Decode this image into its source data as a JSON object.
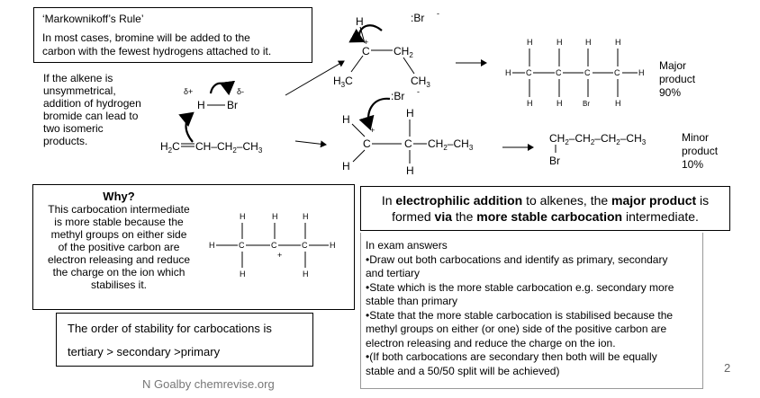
{
  "rule_box": {
    "title": "‘Markownikoff’s Rule’",
    "line1": "In most cases, bromine will be added to the",
    "line2": "carbon with the fewest hydrogens attached to it."
  },
  "intro": {
    "lines": [
      "If the alkene is",
      "unsymmetrical,",
      "addition of hydrogen",
      "bromide can lead to",
      "two isomeric",
      "products."
    ]
  },
  "mechanism": {
    "br_ion": ":Br",
    "minus": "-",
    "delta_plus": "δ+",
    "delta_minus": "δ-",
    "h": "H",
    "br": "Br",
    "c": "C",
    "plus": "+",
    "ch2": "CH2",
    "ch3": "CH3",
    "h3c": "H3C",
    "alkene": "H2C=CH–CH2–CH3",
    "chain_rest": "–CH2–CH3",
    "minor_formula": "CH2–CH2–CH2–CH3",
    "major_label": [
      "Major",
      "product",
      "90%"
    ],
    "minor_label": [
      "Minor",
      "product",
      "10%"
    ]
  },
  "why_box": {
    "title": "Why?",
    "lines": [
      "This carbocation intermediate",
      "is more stable because the",
      "methyl groups on either side",
      "of the positive carbon are",
      "electron releasing and reduce",
      "the charge on the ion which",
      "stabilises it."
    ]
  },
  "stability_box": {
    "line1": "The order of stability for carbocations is",
    "line2": "tertiary > secondary >primary"
  },
  "electrophilic_box": {
    "line1_a": "In ",
    "line1_b": "electrophilic addition",
    "line1_c": " to alkenes, the ",
    "line1_d": "major product",
    "line1_e": " is",
    "line2_a": "formed ",
    "line2_b": "via",
    "line2_c": " the ",
    "line2_d": "more stable carbocation",
    "line2_e": " intermediate."
  },
  "exam_answers": {
    "lines": [
      "In exam answers",
      "•Draw out both carbocations and identify as primary, secondary",
      "and tertiary",
      "•State which is the more stable carbocation e.g. secondary more",
      "stable than primary",
      "•State that the more stable carbocation is stabilised because the",
      "methyl groups on either (or one) side of the positive carbon are",
      "electron releasing and reduce the charge on the ion.",
      "•(If both carbocations are secondary then both will be equally",
      "stable and a 50/50 split will be achieved)"
    ]
  },
  "footer": {
    "credit": "N Goalby chemrevise.org",
    "page_number": "2"
  }
}
